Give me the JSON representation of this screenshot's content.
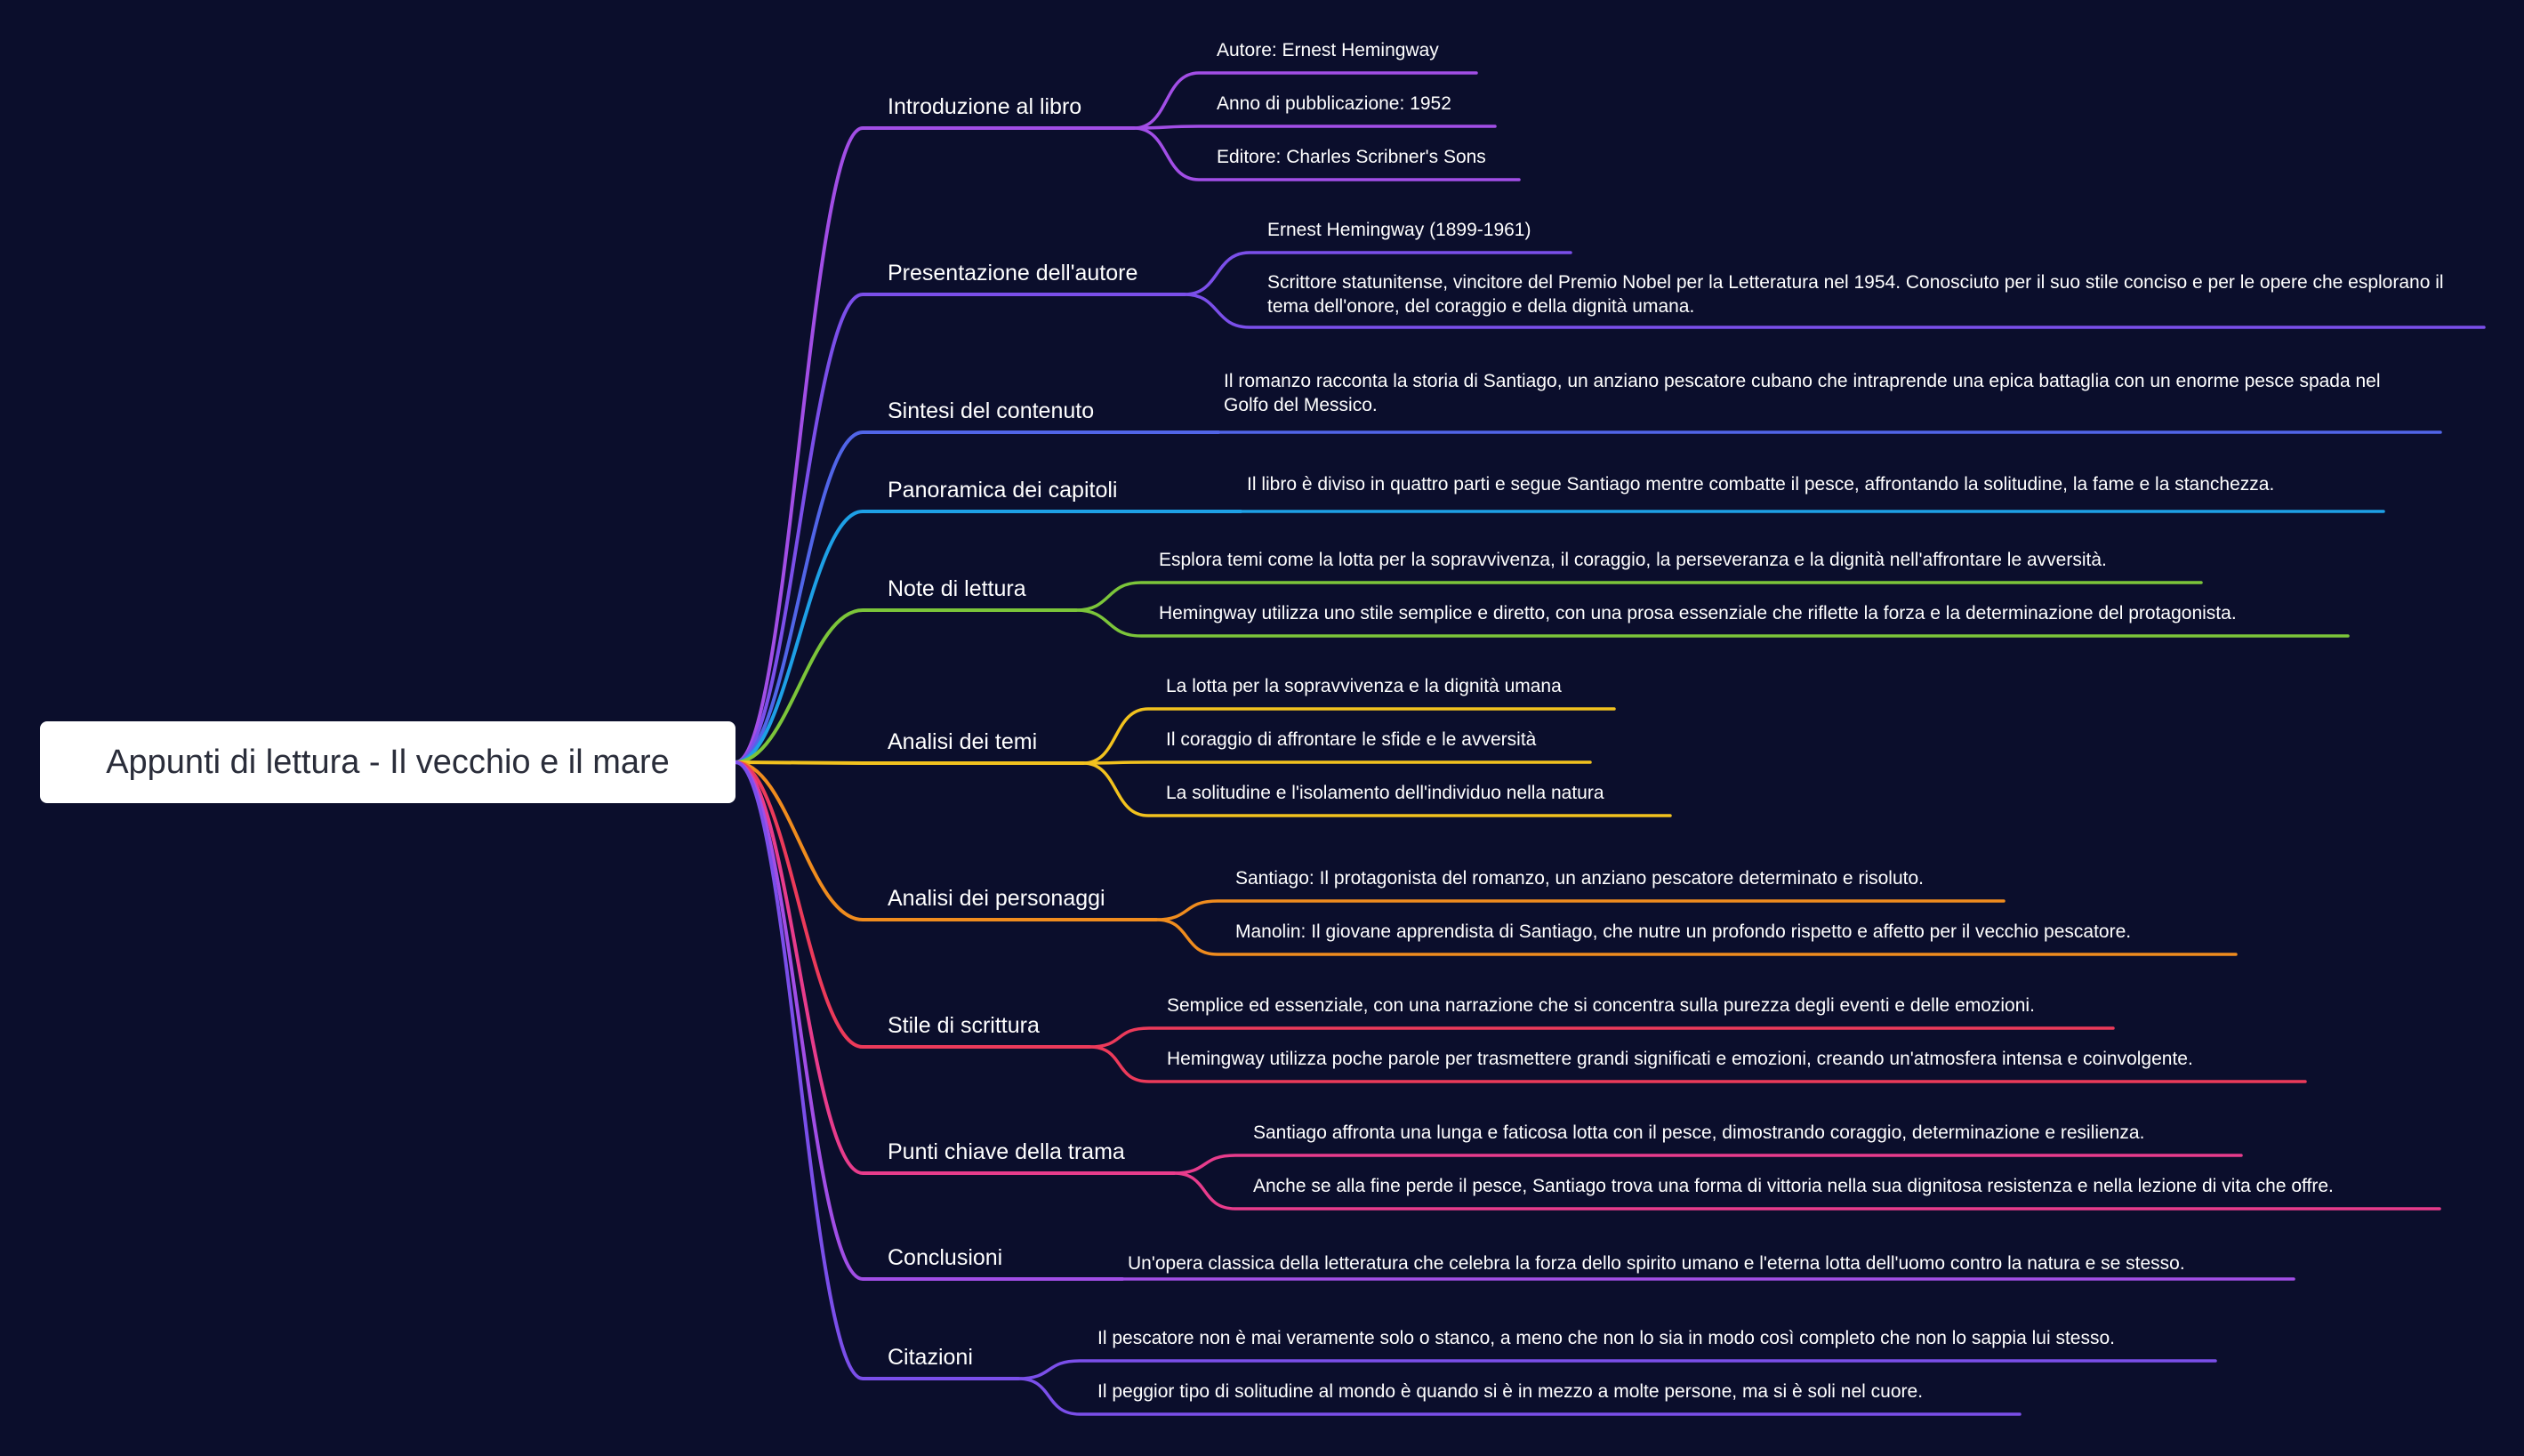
{
  "root": {
    "label": "Appunti di lettura - Il vecchio e il mare"
  },
  "branches": [
    {
      "label": "Introduzione al libro",
      "color": "#a24ee6",
      "leaves": [
        {
          "text": "Autore: Ernest Hemingway"
        },
        {
          "text": "Anno di pubblicazione: 1952"
        },
        {
          "text": "Editore: Charles Scribner's Sons"
        }
      ]
    },
    {
      "label": "Presentazione dell'autore",
      "color": "#7b4fea",
      "leaves": [
        {
          "text": "Ernest Hemingway (1899-1961)"
        },
        {
          "text": "Scrittore statunitense, vincitore del Premio Nobel per la Letteratura nel 1954. Conosciuto per il suo stile conciso e per le opere che esplorano il tema dell'onore, del coraggio e della dignità umana."
        }
      ]
    },
    {
      "label": "Sintesi del contenuto",
      "color": "#5165e8",
      "leaves": [
        {
          "text": "Il romanzo racconta la storia di Santiago, un anziano pescatore cubano che intraprende una epica battaglia con un enorme pesce spada nel Golfo del Messico."
        }
      ]
    },
    {
      "label": "Panoramica dei capitoli",
      "color": "#1ea0e6",
      "leaves": [
        {
          "text": "Il libro è diviso in quattro parti e segue Santiago mentre combatte il pesce, affrontando la solitudine, la fame e la stanchezza."
        }
      ]
    },
    {
      "label": "Note di lettura",
      "color": "#7cc53a",
      "leaves": [
        {
          "text": "Esplora temi come la lotta per la sopravvivenza, il coraggio, la perseveranza e la dignità nell'affrontare le avversità."
        },
        {
          "text": "Hemingway utilizza uno stile semplice e diretto, con una prosa essenziale che riflette la forza e la determinazione del protagonista."
        }
      ]
    },
    {
      "label": "Analisi dei temi",
      "color": "#f2c21e",
      "leaves": [
        {
          "text": "La lotta per la sopravvivenza e la dignità umana"
        },
        {
          "text": "Il coraggio di affrontare le sfide e le avversità"
        },
        {
          "text": "La solitudine e l'isolamento dell'individuo nella natura"
        }
      ]
    },
    {
      "label": "Analisi dei personaggi",
      "color": "#f08c1e",
      "leaves": [
        {
          "text": "Santiago: Il protagonista del romanzo, un anziano pescatore determinato e risoluto."
        },
        {
          "text": "Manolin: Il giovane apprendista di Santiago, che nutre un profondo rispetto e affetto per il vecchio pescatore."
        }
      ]
    },
    {
      "label": "Stile di scrittura",
      "color": "#ec3a5a",
      "leaves": [
        {
          "text": "Semplice ed essenziale, con una narrazione che si concentra sulla purezza degli eventi e delle emozioni."
        },
        {
          "text": "Hemingway utilizza poche parole per trasmettere grandi significati e emozioni, creando un'atmosfera intensa e coinvolgente."
        }
      ]
    },
    {
      "label": "Punti chiave della trama",
      "color": "#e83c8c",
      "leaves": [
        {
          "text": "Santiago affronta una lunga e faticosa lotta con il pesce, dimostrando coraggio, determinazione e resilienza."
        },
        {
          "text": "Anche se alla fine perde il pesce, Santiago trova una forma di vittoria nella sua dignitosa resistenza e nella lezione di vita che offre."
        }
      ]
    },
    {
      "label": "Conclusioni",
      "color": "#a24ee6",
      "leaves": [
        {
          "text": "Un'opera classica della letteratura che celebra la forza dello spirito umano e l'eterna lotta dell'uomo contro la natura e se stesso."
        }
      ]
    },
    {
      "label": "Citazioni",
      "color": "#7b4fea",
      "leaves": [
        {
          "text": "Il pescatore non è mai veramente solo o stanco, a meno che non lo sia in modo così completo che non lo sappia lui stesso."
        },
        {
          "text": "Il peggior tipo di solitudine al mondo è quando si è in mezzo a molte persone, ma si è soli nel cuore."
        }
      ]
    }
  ]
}
